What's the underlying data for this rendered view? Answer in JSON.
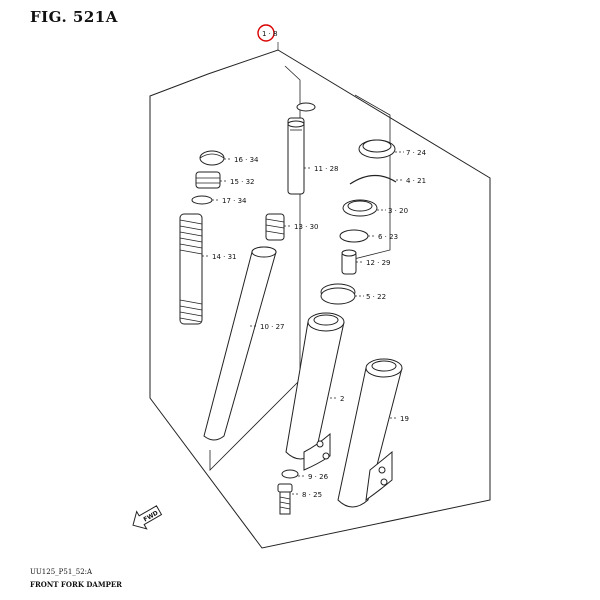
{
  "figure": {
    "title": "FIG. 521A",
    "code": "UU125_P51_52:A",
    "caption": "FRONT FORK DAMPER",
    "assembly_ref": "1 · 8",
    "fwd_label": "FWD",
    "highlight_color": "#d90000"
  },
  "callouts": [
    {
      "id": "cap",
      "label": "16 · 34"
    },
    {
      "id": "bolt-top",
      "label": "15 · 32"
    },
    {
      "id": "o-ring",
      "label": "17 · 34"
    },
    {
      "id": "spring",
      "label": "14 · 31"
    },
    {
      "id": "damper-rod",
      "label": "11 · 28"
    },
    {
      "id": "small-spring",
      "label": "13 · 30"
    },
    {
      "id": "inner-tube",
      "label": "10 · 27"
    },
    {
      "id": "dust-seal",
      "label": "7 · 24"
    },
    {
      "id": "stopper-ring",
      "label": "4 · 21"
    },
    {
      "id": "oil-seal",
      "label": "3 · 20"
    },
    {
      "id": "spacer",
      "label": "6 · 23"
    },
    {
      "id": "oil-lock",
      "label": "12 · 29"
    },
    {
      "id": "bushing",
      "label": "5 · 22"
    },
    {
      "id": "outer-tube-left",
      "label": "2"
    },
    {
      "id": "outer-tube-right",
      "label": "19"
    },
    {
      "id": "gasket",
      "label": "9 · 26"
    },
    {
      "id": "bottom-bolt",
      "label": "8 · 25"
    }
  ]
}
